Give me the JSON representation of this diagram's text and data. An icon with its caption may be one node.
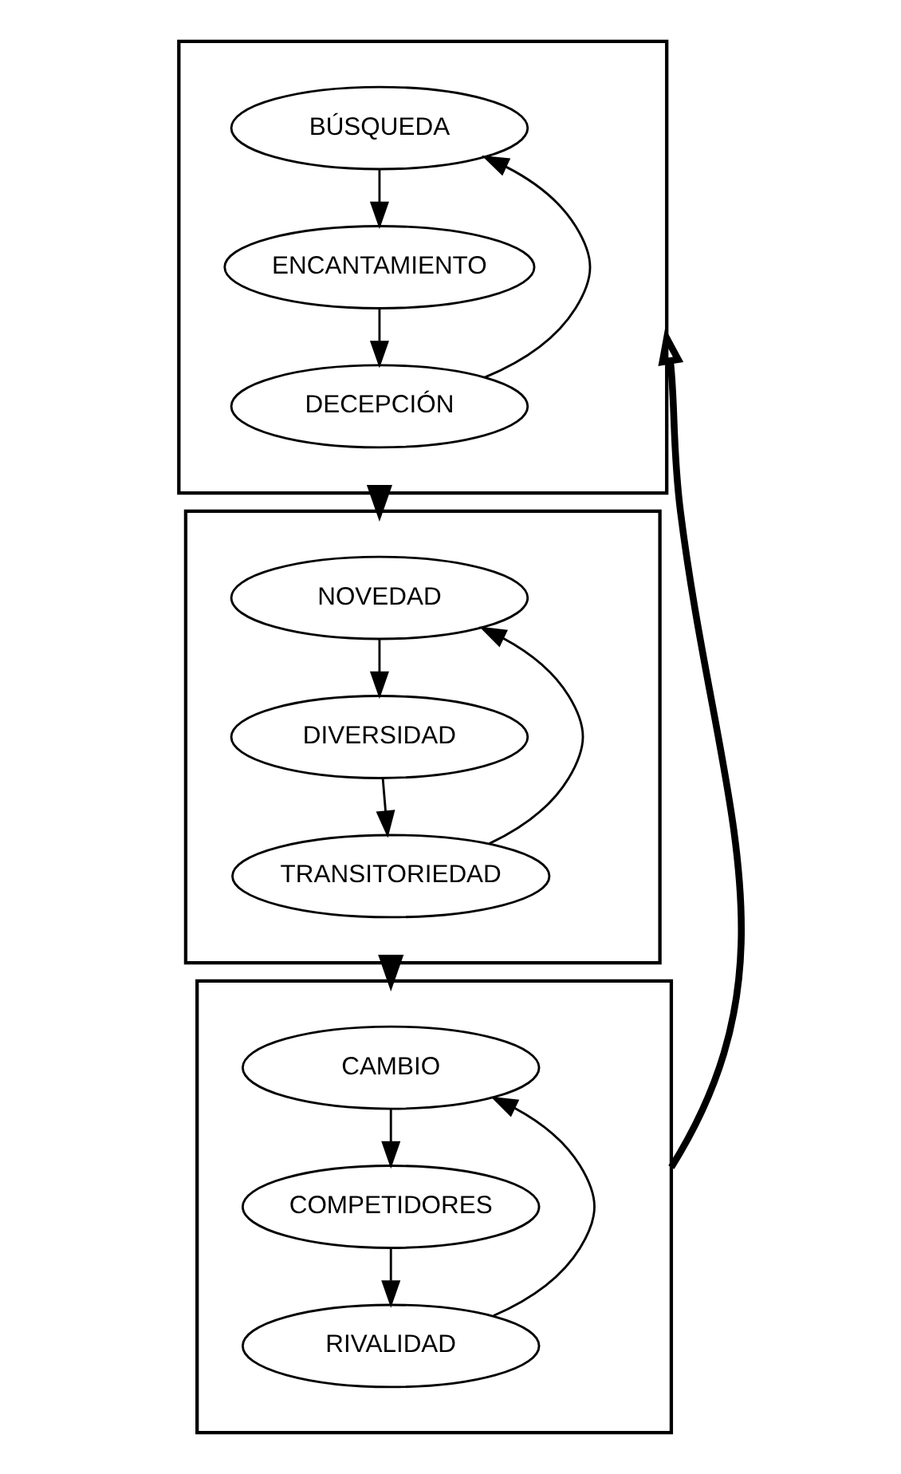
{
  "diagram": {
    "nodes": [
      {
        "text": [],
        "shape": "box"
      },
      {
        "text": [
          "BÚSQUEDA"
        ],
        "in": 0
      },
      {
        "text": [
          "ENCANTAMIENTO"
        ],
        "in": 0
      },
      {
        "text": [
          "DECEPCIÓN"
        ],
        "in": 0
      },
      {
        "text": [],
        "shape": "box"
      },
      {
        "text": [
          "NOVEDAD"
        ],
        "in": 4
      },
      {
        "text": [
          "DIVERSIDAD"
        ],
        "in": 4
      },
      {
        "text": [
          "TRANSITORIEDAD"
        ],
        "in": 4
      },
      {
        "text": [],
        "shape": "box"
      },
      {
        "text": [
          "CAMBIO"
        ],
        "in": 8
      },
      {
        "text": [
          "COMPETIDORES"
        ],
        "in": 8
      },
      {
        "text": [
          "RIVALIDAD"
        ],
        "in": 8
      }
    ],
    "edges": [
      {
        "from": 1,
        "to": 2,
        "arrow": "to"
      },
      {
        "from": 2,
        "to": 3,
        "arrow": "to"
      },
      {
        "from": 3,
        "to": 1,
        "arrow": "to"
      },
      {
        "from": 0,
        "to": 4,
        "arrow": "to",
        "style": "thick"
      },
      {
        "from": 5,
        "to": 6,
        "arrow": "to"
      },
      {
        "from": 6,
        "to": 7,
        "arrow": "to"
      },
      {
        "from": 7,
        "to": 5,
        "arrow": "to"
      },
      {
        "from": 4,
        "to": 8,
        "arrow": "to",
        "style": "thick"
      },
      {
        "from": 9,
        "to": 10,
        "arrow": "to"
      },
      {
        "from": 10,
        "to": 11,
        "arrow": "to"
      },
      {
        "from": 11,
        "to": 9,
        "arrow": "to"
      },
      {
        "from": 8,
        "to": 0,
        "arrow": "to",
        "style": "thick"
      }
    ]
  }
}
